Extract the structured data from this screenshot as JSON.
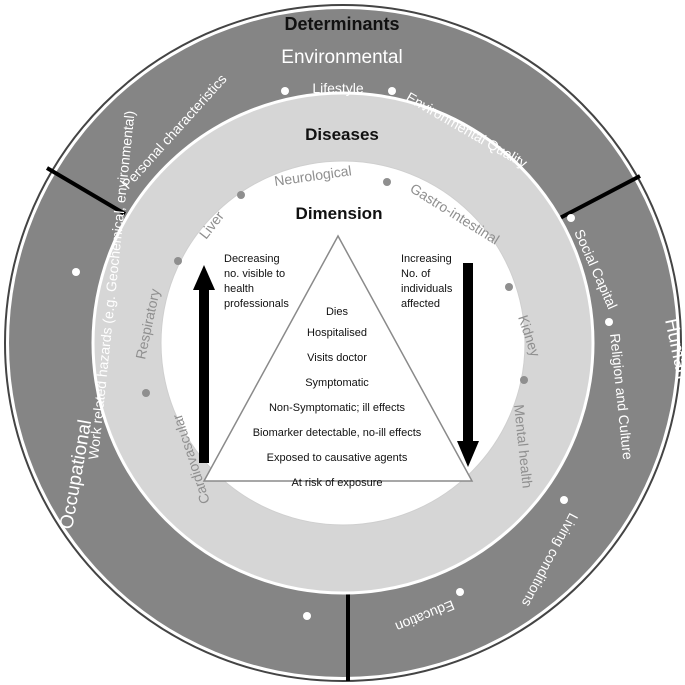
{
  "headings": {
    "determinants": "Determinants",
    "diseases": "Diseases",
    "dimension": "Dimension"
  },
  "outer_ring": {
    "environmental": {
      "title": "Environmental",
      "left": "Personal characteristics",
      "middle": "Lifestyle",
      "right": "Environmental Quality"
    },
    "occupational": {
      "title": "Occupational",
      "upper": "Work related hazards (e.g. Geochemical, environmental)"
    },
    "human_societal": {
      "title": "Human & Societal",
      "items": [
        "Social Capital",
        "Religion and Culture",
        "Living conditions",
        "Education"
      ]
    },
    "colors": {
      "outer": "#858585",
      "divider": "#000000"
    }
  },
  "disease_ring": {
    "items": [
      "Cardiovascular",
      "Respiratory",
      "Liver",
      "Neurological",
      "Gastro-intestinal",
      "Kidney",
      "Mental health"
    ],
    "colors": {
      "ring": "#d6d6d6",
      "text": "#8f8f8f"
    }
  },
  "pyramid": {
    "levels": [
      "Dies",
      "Hospitalised",
      "Visits doctor",
      "Symptomatic",
      "Non-Symptomatic; ill effects",
      "Biomarker detectable, no-ill effects",
      "Exposed to causative agents",
      "At risk of exposure"
    ]
  },
  "arrows": {
    "left_note": [
      "Decreasing",
      "no. visible to",
      "health",
      "professionals"
    ],
    "right_note": [
      "Increasing",
      "No. of",
      "individuals",
      "affected"
    ]
  }
}
